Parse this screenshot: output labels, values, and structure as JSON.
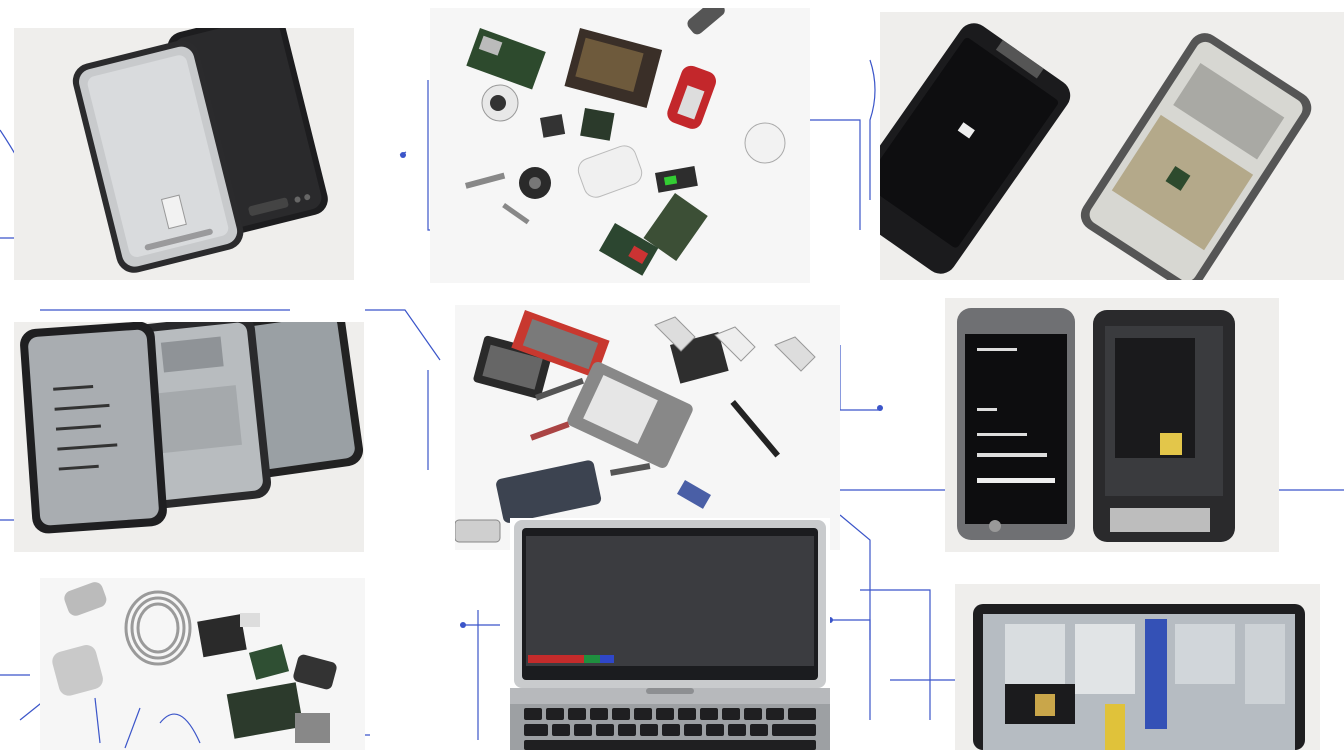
{
  "scene": {
    "description_free": true,
    "colors": {
      "background": "#ffffff",
      "panel": "#efeeec",
      "annotation_ink": "#3b55c9",
      "device_black": "#1c1c1e",
      "bezel_grey": "#8d8f92"
    },
    "panels": [
      {
        "name": "phones-pair-top-left"
      },
      {
        "name": "parts-scatter-top-center"
      },
      {
        "name": "open-phones-top-right"
      },
      {
        "name": "open-phones-mid-left"
      },
      {
        "name": "parts-scatter-mid-center"
      },
      {
        "name": "open-phones-mid-right"
      },
      {
        "name": "parts-scatter-bottom-left"
      },
      {
        "name": "laptop-bottom-center"
      },
      {
        "name": "open-device-bottom-right"
      }
    ]
  }
}
